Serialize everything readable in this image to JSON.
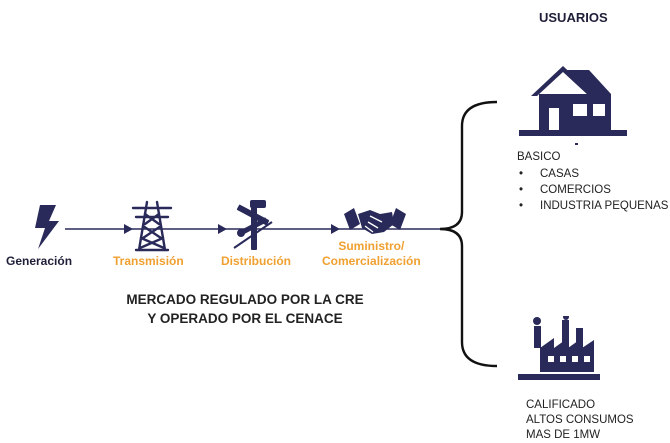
{
  "header": {
    "title": "USUARIOS"
  },
  "chain": {
    "stages": [
      {
        "label": "Generación",
        "icon": "lightning-icon",
        "color": "#2a2a5a"
      },
      {
        "label": "Transmisión",
        "icon": "transmission-tower-icon",
        "color": "#f0a030"
      },
      {
        "label": "Distribución",
        "icon": "utility-pole-icon",
        "color": "#f0a030"
      },
      {
        "label_line1": "Suministro/",
        "label_line2": "Comercialización",
        "icon": "handshake-icon",
        "color": "#f0a030"
      }
    ]
  },
  "market": {
    "line1": "MERCADO REGULADO POR LA CRE",
    "line2": "Y OPERADO POR EL CENACE"
  },
  "users": {
    "basic": {
      "icon": "house-icon",
      "title": "BASICO",
      "items": [
        "CASAS",
        "COMERCIOS",
        "INDUSTRIA PEQUENAS"
      ]
    },
    "qualified": {
      "icon": "factory-icon",
      "lines": [
        "CALIFICADO",
        "ALTOS CONSUMOS",
        "MAS DE 1MW"
      ]
    }
  },
  "colors": {
    "icon": "#2a2a5a",
    "accent": "#f0a030",
    "connector": "#111111"
  }
}
